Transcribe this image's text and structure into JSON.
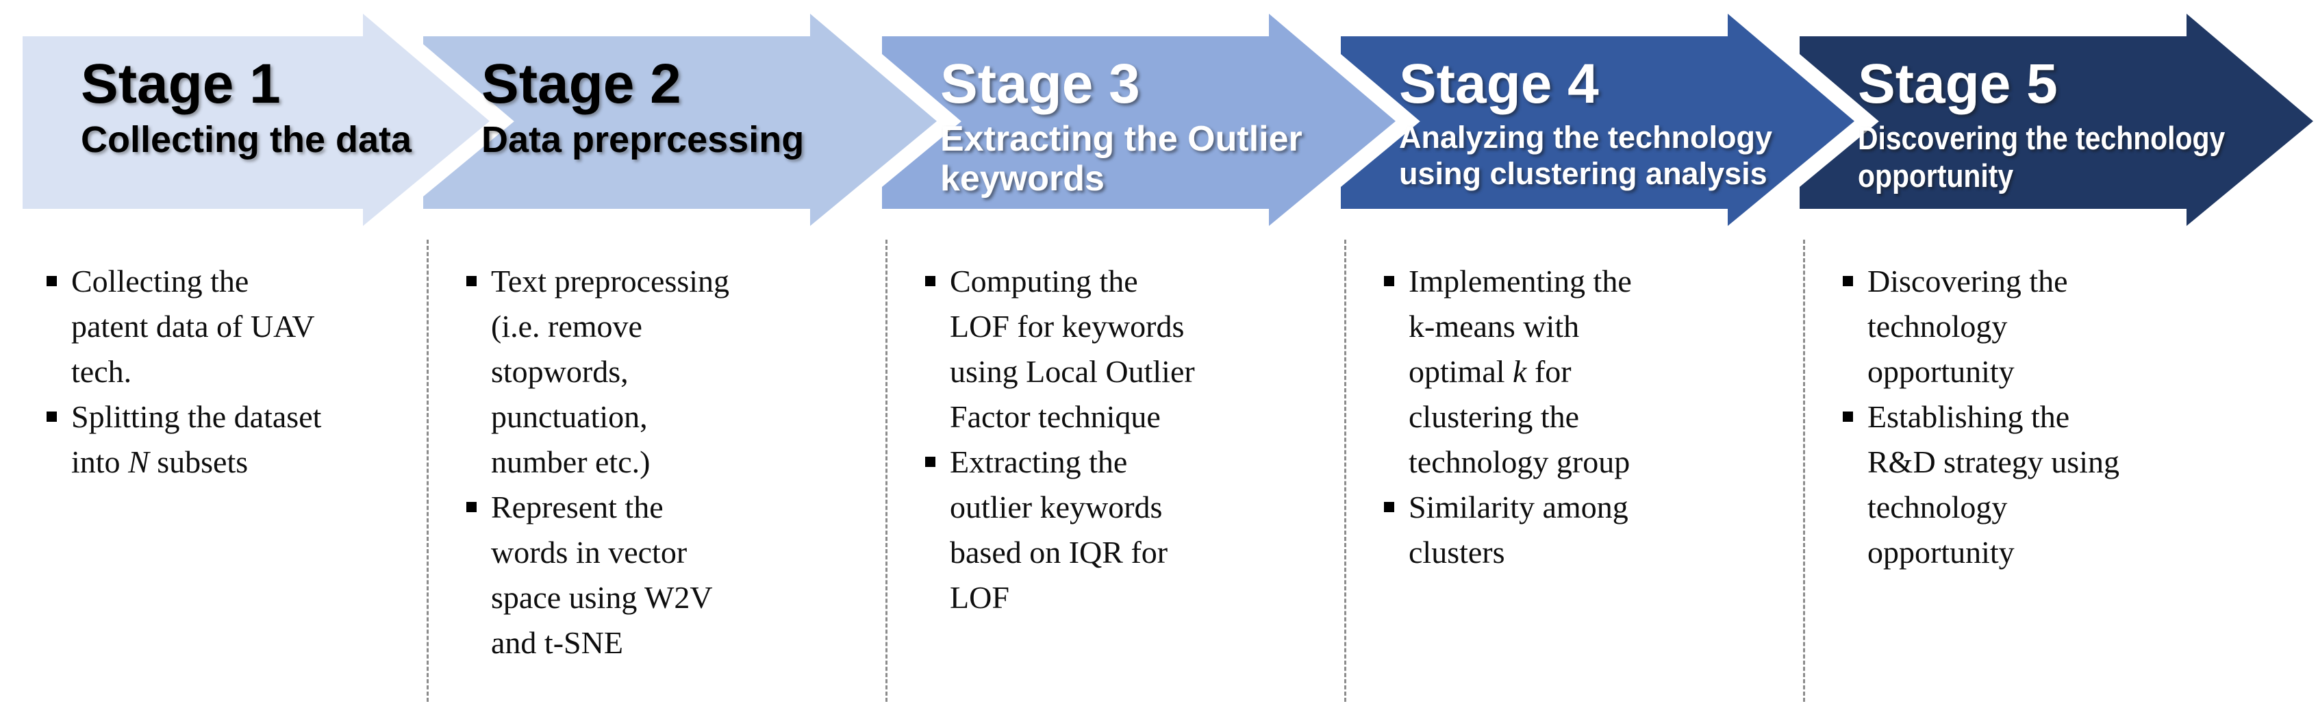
{
  "diagram": {
    "type": "process-flow",
    "separator_color": "#8c8c8c",
    "gap_color": "#ffffff",
    "stages": [
      {
        "title": "Stage 1",
        "subtitle_lines": [
          "Collecting the data"
        ],
        "arrow_color": "#d9e2f3",
        "header_text_color": "#000000",
        "bullets": [
          {
            "lines": [
              [
                {
                  "t": "Collecting the"
                }
              ],
              [
                {
                  "t": "patent data of UAV"
                }
              ],
              [
                {
                  "t": "tech."
                }
              ]
            ]
          },
          {
            "lines": [
              [
                {
                  "t": "Splitting the dataset"
                }
              ],
              [
                {
                  "t": "into "
                },
                {
                  "t": "N",
                  "i": true
                },
                {
                  "t": " subsets"
                }
              ]
            ]
          }
        ]
      },
      {
        "title": "Stage 2",
        "subtitle_lines": [
          "Data preprcessing"
        ],
        "arrow_color": "#b4c7e7",
        "header_text_color": "#000000",
        "bullets": [
          {
            "lines": [
              [
                {
                  "t": "Text preprocessing"
                }
              ],
              [
                {
                  "t": "(i.e. remove"
                }
              ],
              [
                {
                  "t": "stopwords,"
                }
              ],
              [
                {
                  "t": "punctuation,"
                }
              ],
              [
                {
                  "t": "number etc.)"
                }
              ]
            ]
          },
          {
            "lines": [
              [
                {
                  "t": "Represent the"
                }
              ],
              [
                {
                  "t": "words in vector"
                }
              ],
              [
                {
                  "t": "space using W2V"
                }
              ],
              [
                {
                  "t": "and t-SNE"
                }
              ]
            ]
          }
        ]
      },
      {
        "title": "Stage 3",
        "subtitle_lines": [
          "Extracting the Outlier",
          "keywords"
        ],
        "arrow_color": "#8faadc",
        "header_text_color": "#ffffff",
        "bullets": [
          {
            "lines": [
              [
                {
                  "t": "Computing the"
                }
              ],
              [
                {
                  "t": "LOF for keywords"
                }
              ],
              [
                {
                  "t": "using Local Outlier"
                }
              ],
              [
                {
                  "t": "Factor technique"
                }
              ]
            ]
          },
          {
            "lines": [
              [
                {
                  "t": "Extracting the"
                }
              ],
              [
                {
                  "t": "outlier keywords"
                }
              ],
              [
                {
                  "t": "based on IQR for"
                }
              ],
              [
                {
                  "t": "LOF"
                }
              ]
            ]
          }
        ]
      },
      {
        "title": "Stage 4",
        "subtitle_lines": [
          "Analyzing the technology",
          "using clustering analysis"
        ],
        "arrow_color": "#345a9f",
        "header_text_color": "#ffffff",
        "bullets": [
          {
            "lines": [
              [
                {
                  "t": "Implementing the"
                }
              ],
              [
                {
                  "t": "k-means with"
                }
              ],
              [
                {
                  "t": "optimal "
                },
                {
                  "t": "k",
                  "i": true
                },
                {
                  "t": " for"
                }
              ],
              [
                {
                  "t": "clustering the"
                }
              ],
              [
                {
                  "t": "technology group"
                }
              ]
            ]
          },
          {
            "lines": [
              [
                {
                  "t": "Similarity among"
                }
              ],
              [
                {
                  "t": "clusters"
                }
              ]
            ]
          }
        ]
      },
      {
        "title": "Stage 5",
        "subtitle_lines": [
          "Discovering the technology",
          "opportunity"
        ],
        "arrow_color": "#203864",
        "header_text_color": "#ffffff",
        "bullets": [
          {
            "lines": [
              [
                {
                  "t": "Discovering the"
                }
              ],
              [
                {
                  "t": "technology"
                }
              ],
              [
                {
                  "t": "opportunity"
                }
              ]
            ]
          },
          {
            "lines": [
              [
                {
                  "t": "Establishing the"
                }
              ],
              [
                {
                  "t": "R&D strategy using"
                }
              ],
              [
                {
                  "t": "technology"
                }
              ],
              [
                {
                  "t": "opportunity"
                }
              ]
            ]
          }
        ]
      }
    ]
  }
}
